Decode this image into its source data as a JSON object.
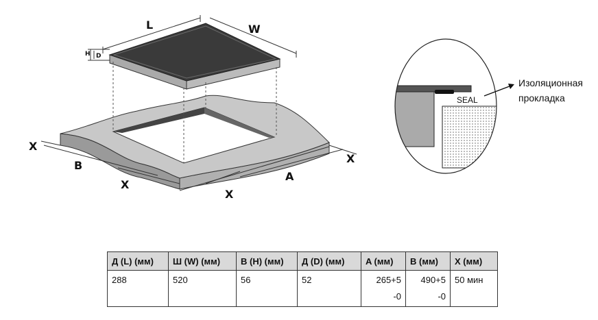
{
  "diagram": {
    "labels": {
      "L": "L",
      "W": "W",
      "H": "H",
      "D": "D",
      "B": "B",
      "A": "A",
      "X": "X"
    },
    "seal_label": "SEAL",
    "annotation_lines": [
      "Изоляционная",
      "прокладка"
    ],
    "colors": {
      "hob_top": "#3a3a3a",
      "countertop": "#c8c8c8",
      "seal_strip": "#555555"
    }
  },
  "table": {
    "headers": [
      "Д (L) (мм)",
      "Ш (W) (мм)",
      "В (H) (мм)",
      "Д (D) (мм)",
      "A (мм)",
      "B (мм)",
      "X (мм)"
    ],
    "row": [
      "288",
      "520",
      "56",
      "52",
      "265+5",
      "490+5",
      "50 мин"
    ],
    "row_sub": [
      "",
      "",
      "",
      "",
      "-0",
      "-0",
      ""
    ]
  }
}
